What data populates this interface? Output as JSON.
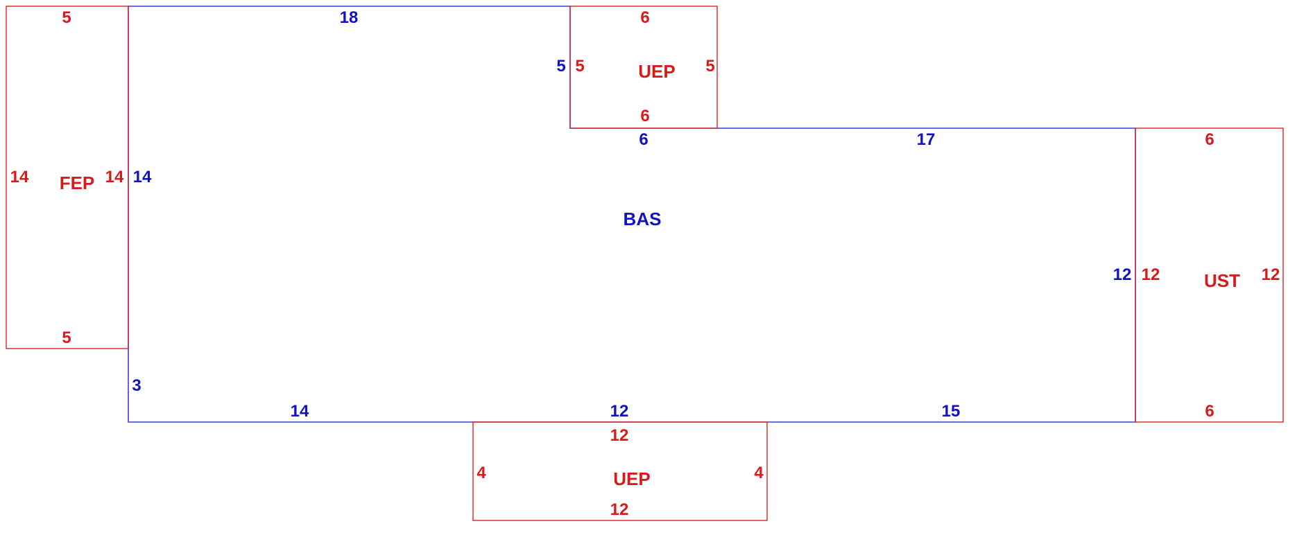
{
  "colors": {
    "main_outline": "#3c3ce0",
    "main_text": "#1212c4",
    "addition_outline": "#e02020",
    "addition_text": "#d91a1a"
  },
  "bas": {
    "name": "BAS",
    "dims": {
      "top": "18",
      "notch_side": "5",
      "notch_bottom": "6",
      "upper_right": "17",
      "right": "12",
      "bottom_right": "15",
      "bottom_mid": "12",
      "bottom_left": "14",
      "left_lower": "3",
      "left": "14"
    }
  },
  "fep": {
    "name": "FEP",
    "dims": {
      "top": "5",
      "left": "14",
      "right": "14",
      "bottom": "5"
    }
  },
  "uep_top": {
    "name": "UEP",
    "dims": {
      "top": "6",
      "left": "5",
      "right": "5",
      "bottom": "6"
    }
  },
  "ust": {
    "name": "UST",
    "dims": {
      "top": "6",
      "left": "12",
      "right": "12",
      "bottom": "6"
    }
  },
  "uep_bottom": {
    "name": "UEP",
    "dims": {
      "top": "12",
      "left": "4",
      "right": "4",
      "bottom": "12"
    }
  }
}
